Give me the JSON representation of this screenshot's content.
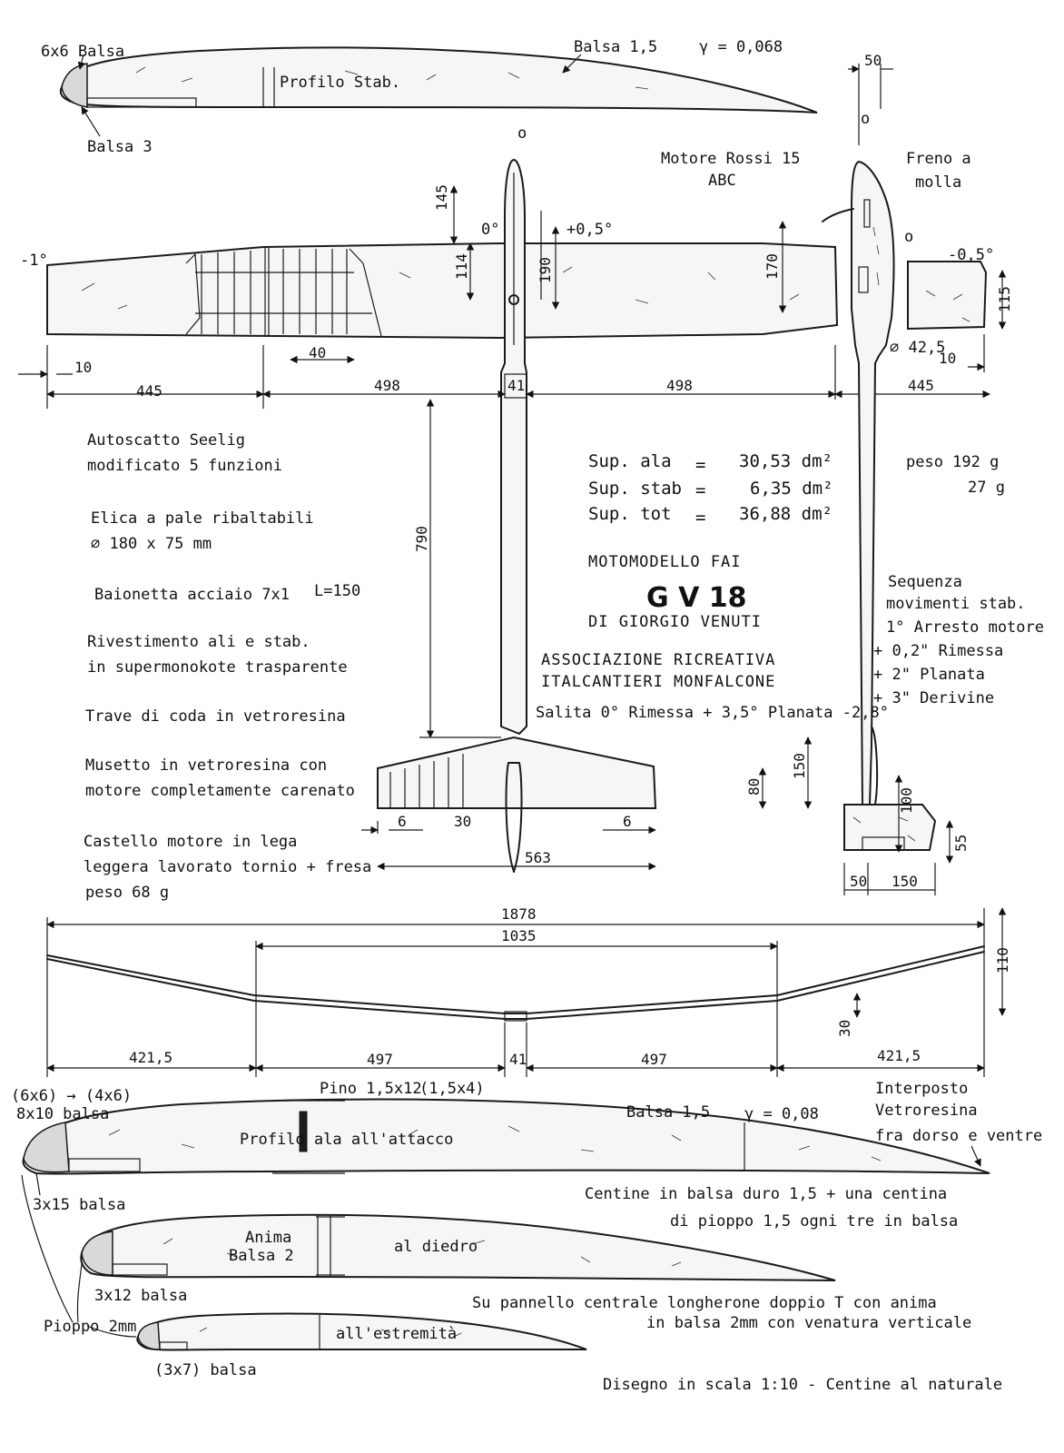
{
  "profiles": {
    "stab": {
      "name": "Profilo Stab.",
      "leading_edge": "6x6 Balsa",
      "skin": "Balsa 1,5",
      "gamma": "γ = 0,068",
      "trailing": "Balsa 3"
    },
    "root": {
      "name": "Profilo ala all'attacco",
      "leading": "(6x6) → (4x6)",
      "spar_le": "8x10 balsa",
      "spar": "Pino 1,5x12",
      "spar_alt": "(1,5x4)",
      "skin": "Balsa 1,5",
      "gamma": "γ = 0,08",
      "lower": "3x15 balsa",
      "note_1": "Interposto",
      "note_2": "Vetroresina",
      "note_3": "fra dorso e ventre"
    },
    "dihedral": {
      "name": "al diedro",
      "web_1": "Anima",
      "web_2": "Balsa 2",
      "lower": "3x12 balsa"
    },
    "tip": {
      "name": "all'estremità",
      "lower": "(3x7) balsa",
      "leading": "Pioppo 2mm"
    }
  },
  "header": {
    "motor_1": "Motore Rossi 15",
    "motor_2": "ABC",
    "brake_1": "Freno a",
    "brake_2": "molla"
  },
  "plan": {
    "angle_left": "-1°",
    "angle_zero": "0°",
    "angle_plus": "+0,5°",
    "angle_stab": "-0,5°",
    "nose_diameter": "∅ 42,5",
    "dims": {
      "d145": "145",
      "d114": "114",
      "d190": "190",
      "d170": "170",
      "d115": "115",
      "d10a": "10",
      "d10b": "10",
      "d40": "40",
      "d445a": "445",
      "d498a": "498",
      "d41": "41",
      "d498b": "498",
      "d445b": "445",
      "d50": "50",
      "d790": "790",
      "d150": "150",
      "d80": "80",
      "d6a": "6",
      "d30": "30",
      "d6b": "6",
      "d563": "563",
      "d100": "100",
      "d55": "55",
      "d50b": "50",
      "d150b": "150"
    }
  },
  "notes": {
    "n1a": "Autoscatto Seelig",
    "n1b": "modificato 5 funzioni",
    "n2a": "Elica a pale ribaltabili",
    "n2b": "∅ 180 x 75 mm",
    "n3": "Baionetta acciaio 7x1",
    "n3b": "L=150",
    "n4a": "Rivestimento ali e stab.",
    "n4b": "in supermonokote trasparente",
    "n5": "Trave di coda in vetroresina",
    "n6a": "Musetto in vetroresina con",
    "n6b": "motore completamente carenato",
    "n7a": "Castello motore in lega",
    "n7b": "leggera lavorato tornio + fresa",
    "n7c": "peso 68 g"
  },
  "specs": {
    "ala_label": "Sup. ala",
    "ala_value": "30,53 dm²",
    "stab_label": "Sup. stab",
    "stab_value": "6,35 dm²",
    "tot_label": "Sup. tot",
    "tot_value": "36,88 dm²",
    "eq": "=",
    "peso_1": "peso 192 g",
    "peso_2": "27 g"
  },
  "title": {
    "category": "MOTOMODELLO FAI",
    "name": "G V 18",
    "author": "DI GIORGIO VENUTI",
    "assoc_1": "ASSOCIAZIONE RICREATIVA",
    "assoc_2": "ITALCANTIERI MONFALCONE",
    "incidence": "Salita 0° Rimessa + 3,5° Planata -2,8°"
  },
  "sequence": {
    "s0": "Sequenza",
    "s1": "movimenti stab.",
    "s2": "1° Arresto motore",
    "s3": "+ 0,2\" Rimessa",
    "s4": "+ 2\" Planata",
    "s5": "+ 3\" Derivine"
  },
  "front_view": {
    "d1878": "1878",
    "d1035": "1035",
    "d110": "110",
    "d30": "30",
    "d421a": "421,5",
    "d497a": "497",
    "d41": "41",
    "d497b": "497",
    "d421b": "421,5"
  },
  "construction": {
    "c1a": "Centine in balsa duro 1,5 + una centina",
    "c1b": "di pioppo 1,5 ogni tre in balsa",
    "c2a": "Su pannello centrale longherone doppio T con anima",
    "c2b": "in balsa 2mm con venatura verticale",
    "scale": "Disegno in scala 1:10 - Centine al naturale"
  }
}
